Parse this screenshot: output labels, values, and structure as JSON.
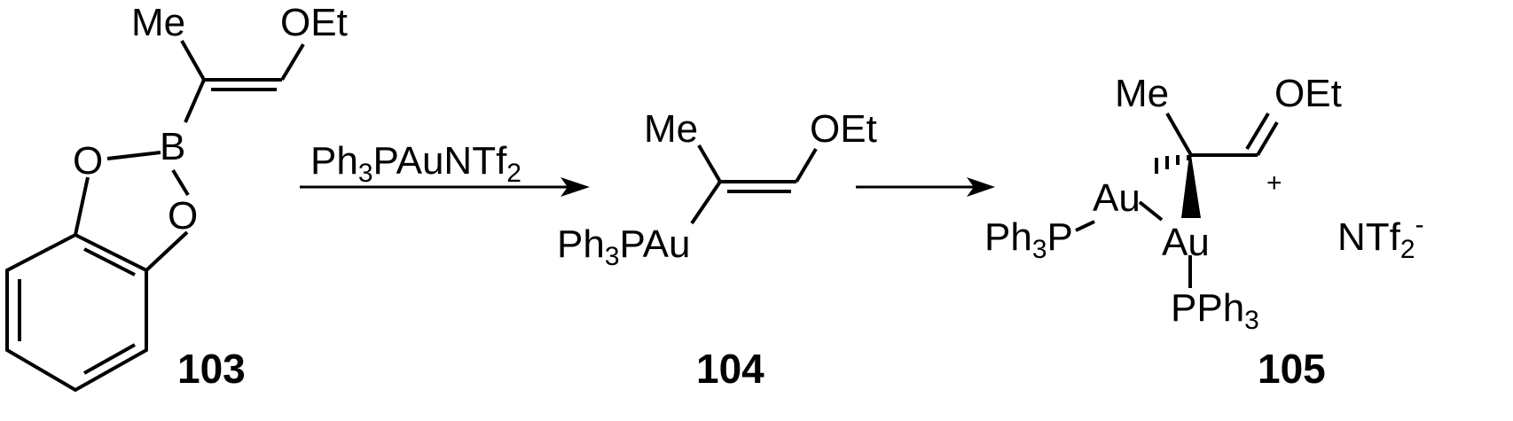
{
  "reagent_label": {
    "main": "Ph",
    "sub1": "3",
    "rest": "PAuNTf",
    "sub2": "2"
  },
  "compound_103": {
    "number": "103",
    "atoms": {
      "me": "Me",
      "oet": "OEt",
      "b": "B",
      "o_upper": "O",
      "o_lower": "O"
    }
  },
  "compound_104": {
    "number": "104",
    "atoms": {
      "me": "Me",
      "oet": "OEt",
      "ph": "Ph",
      "ph_sub": "3",
      "pau": "PAu"
    }
  },
  "compound_105": {
    "number": "105",
    "atoms": {
      "me": "Me",
      "oet": "OEt",
      "au_left": "Au",
      "au_right": "Au",
      "ph3p_ph": "Ph",
      "ph3p_sub": "3",
      "ph3p_p": "P",
      "pph3_p": "PPh",
      "pph3_sub": "3",
      "plus": "+"
    },
    "counterion": {
      "main": "NTf",
      "sub": "2",
      "sup": "-"
    }
  }
}
